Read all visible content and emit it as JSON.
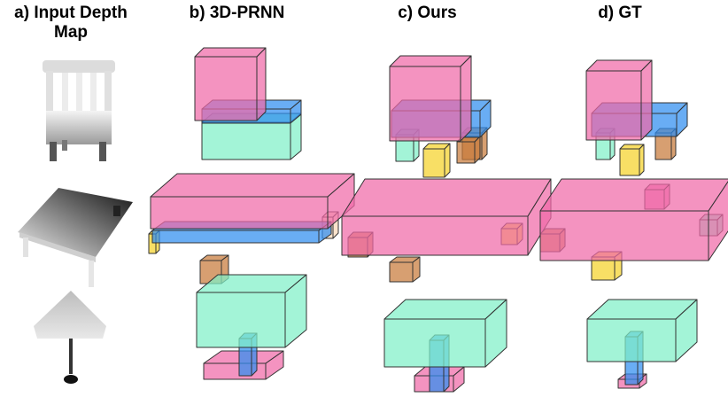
{
  "headers": {
    "a": "a) Input Depth\nMap",
    "b": "b) 3D-PRNN",
    "c": "c) Ours",
    "d": "d) GT"
  },
  "colors": {
    "pink": "#f06aa8",
    "blue": "#2f8ef0",
    "green": "#7ff0c8",
    "orange": "#c87a3a",
    "yellow": "#f5d22a",
    "peach": "#f6d8b8",
    "edge": "#333333"
  }
}
